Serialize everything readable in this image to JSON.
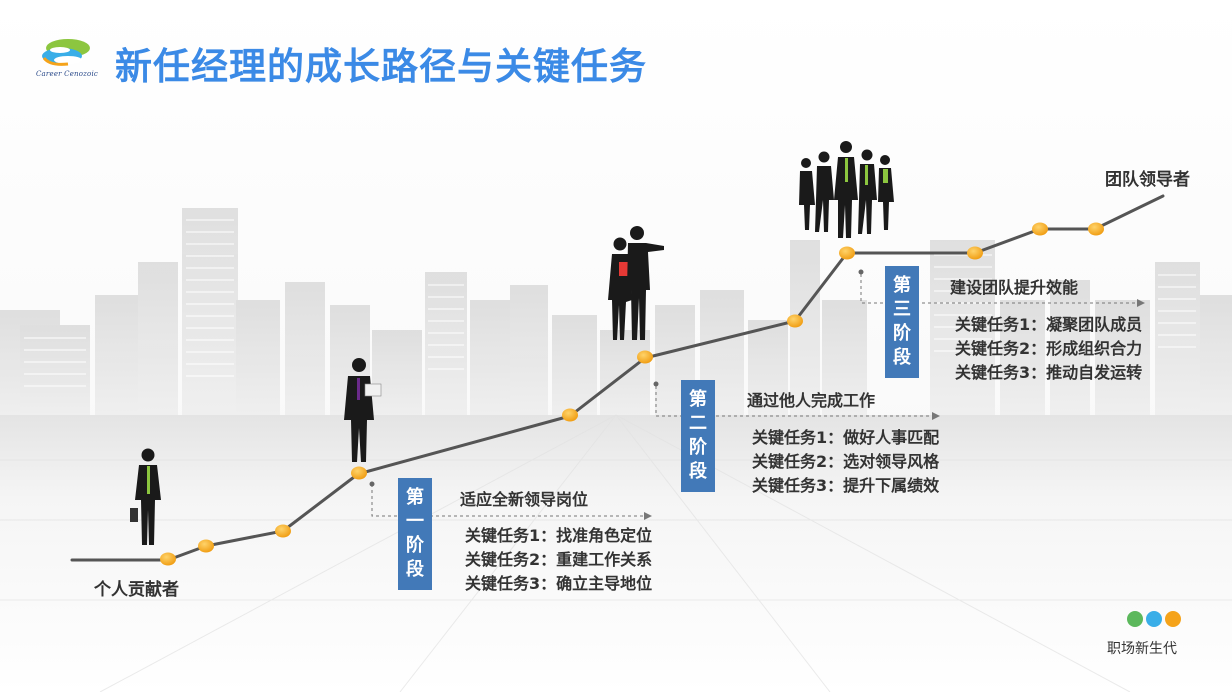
{
  "title": "新任经理的成长路径与关键任务",
  "logo": {
    "text": "Career Cenozoic"
  },
  "path": {
    "start_label": "个人贡献者",
    "end_label": "团队领导者"
  },
  "stages": [
    {
      "badge": [
        "第",
        "一",
        "阶",
        "段"
      ],
      "title": "适应全新领导岗位",
      "tasks": [
        "关键任务1：找准角色定位",
        "关键任务2：重建工作关系",
        "关键任务3：确立主导地位"
      ]
    },
    {
      "badge": [
        "第",
        "二",
        "阶",
        "段"
      ],
      "title": "通过他人完成工作",
      "tasks": [
        "关键任务1：做好人事匹配",
        "关键任务2：选对领导风格",
        "关键任务3：提升下属绩效"
      ]
    },
    {
      "badge": [
        "第",
        "三",
        "阶",
        "段"
      ],
      "title": "建设团队提升效能",
      "tasks": [
        "关键任务1：凝聚团队成员",
        "关键任务2：形成组织合力",
        "关键任务3：推动自发运转"
      ]
    }
  ],
  "footer": {
    "brand": "职场新生代"
  },
  "colors": {
    "title": "#3b8ae6",
    "badge": "#4279b8",
    "node": "#f5a31a",
    "dot_green": "#5cb85c",
    "dot_blue": "#3aaee8",
    "dot_orange": "#f5a31a"
  }
}
